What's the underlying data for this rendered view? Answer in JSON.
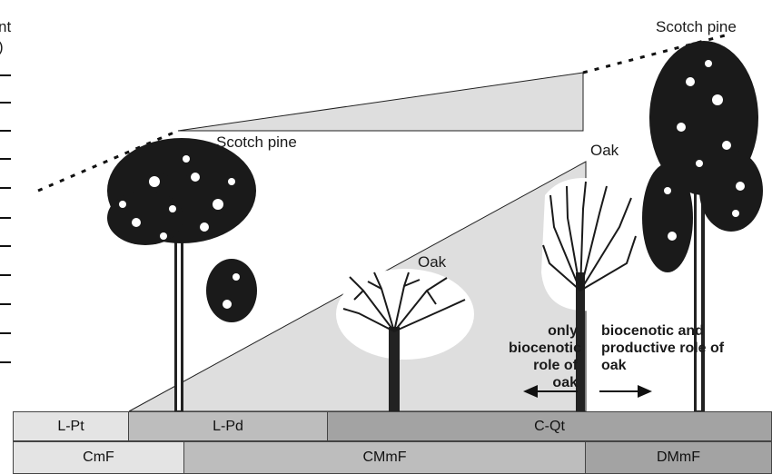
{
  "axis": {
    "label_line1": "nt",
    "label_line2": ")"
  },
  "labels": {
    "scotch_pine_top": "Scotch pine",
    "scotch_pine_mid": "Scotch pine",
    "oak_mid": "Oak",
    "oak_right": "Oak",
    "only_biocenotic": "only biocenotic role of oak",
    "biocenotic_productive": "biocenotic and productive role of oak"
  },
  "bands_row1": [
    {
      "label": "L-Pt"
    },
    {
      "label": "L-Pd"
    },
    {
      "label": "C-Qt"
    }
  ],
  "bands_row2": [
    {
      "label": "CmF"
    },
    {
      "label": "CMmF"
    },
    {
      "label": "DMmF"
    }
  ],
  "colors": {
    "wedge_fill": "#dedede",
    "band_light": "#e4e4e4",
    "band_mid": "#bdbdbd",
    "band_dark": "#a3a3a3",
    "crown_white": "#ffffff",
    "ink": "#111111"
  }
}
